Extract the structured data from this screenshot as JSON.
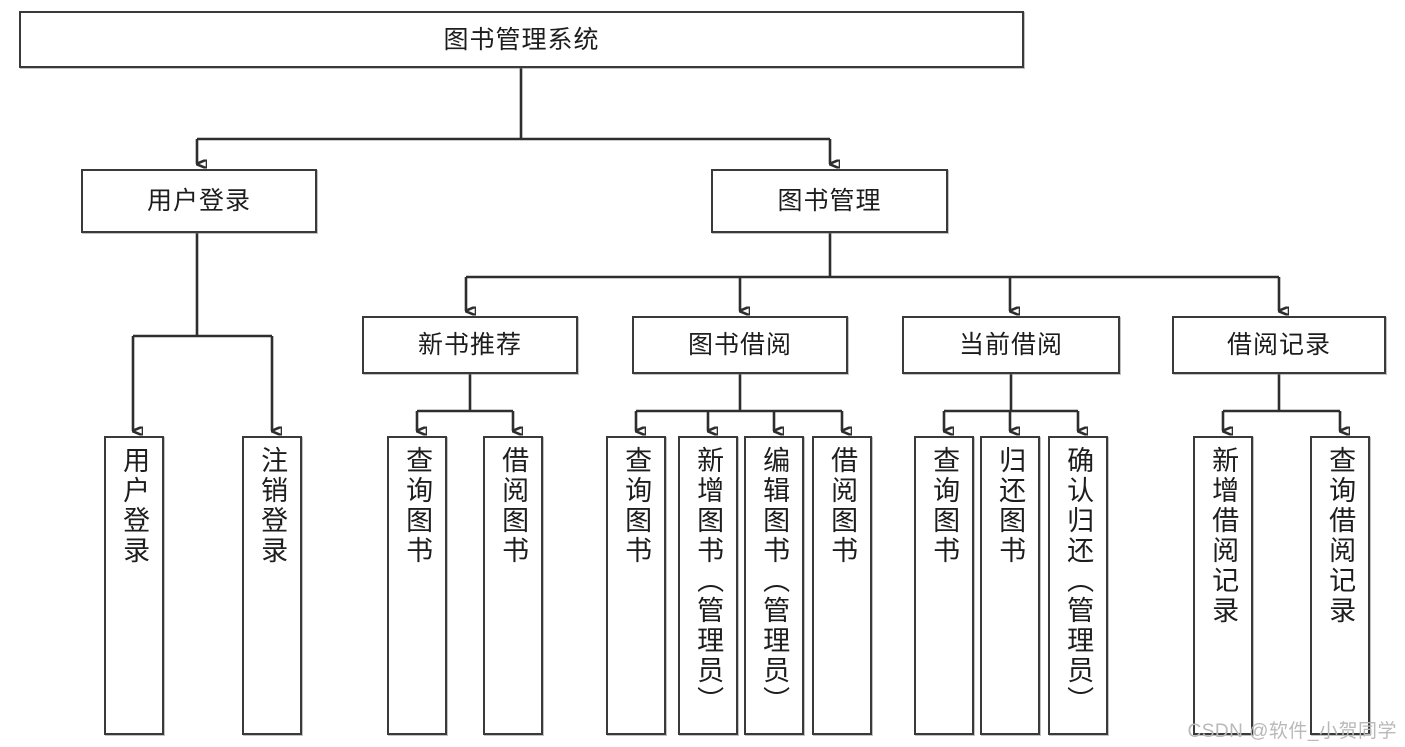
{
  "diagram": {
    "title": "图书管理系统",
    "type": "tree-hierarchy-chart",
    "watermark": "CSDN @软件_小贺同学",
    "colors": {
      "box_border": "#3a3a3a",
      "connector": "#2e2e2e",
      "background": "#ffffff",
      "text": "#1d1d1d",
      "watermark": "#b9b9b9"
    },
    "root": {
      "label": "图书管理系统"
    },
    "level2": [
      {
        "label": "用户登录"
      },
      {
        "label": "图书管理"
      }
    ],
    "level3": [
      {
        "label": "新书推荐"
      },
      {
        "label": "图书借阅"
      },
      {
        "label": "当前借阅"
      },
      {
        "label": "借阅记录"
      }
    ],
    "leaves": {
      "user_login": [
        {
          "label": "用户登录"
        },
        {
          "label": "注销登录"
        }
      ],
      "new_book_rec": [
        {
          "label": "查询图书"
        },
        {
          "label": "借阅图书"
        }
      ],
      "book_borrow": [
        {
          "label": "查询图书"
        },
        {
          "label": "新增图书（管理员）"
        },
        {
          "label": "编辑图书（管理员）"
        },
        {
          "label": "借阅图书"
        }
      ],
      "current_borrow": [
        {
          "label": "查询图书"
        },
        {
          "label": "归还图书"
        },
        {
          "label": "确认归还（管理员）"
        }
      ],
      "borrow_record": [
        {
          "label": "新增借阅记录"
        },
        {
          "label": "查询借阅记录"
        }
      ]
    }
  }
}
